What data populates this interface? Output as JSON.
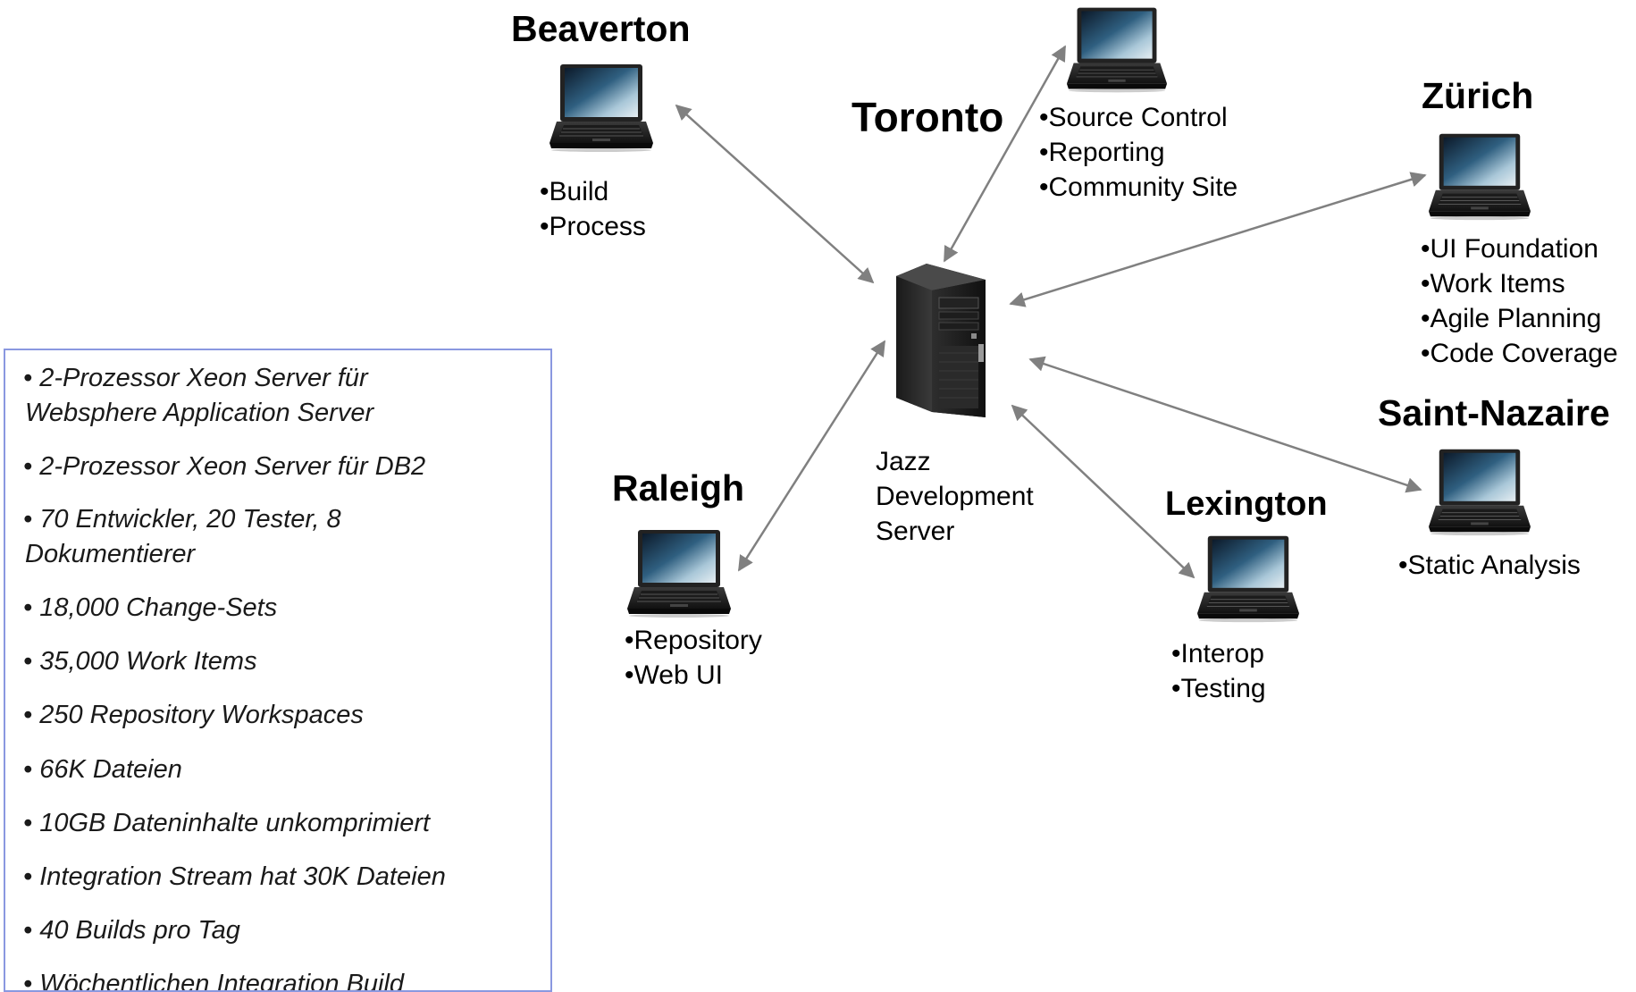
{
  "sites": [
    {
      "id": "beaverton",
      "name": "Beaverton",
      "items": [
        "Build",
        "Process"
      ]
    },
    {
      "id": "toronto",
      "name": "Toronto",
      "items": [
        "Source Control",
        "Reporting",
        "Community Site"
      ]
    },
    {
      "id": "zurich",
      "name": "Zürich",
      "items": [
        "UI Foundation",
        "Work Items",
        "Agile Planning",
        "Code Coverage"
      ]
    },
    {
      "id": "saint-nazaire",
      "name": "Saint-Nazaire",
      "items": [
        "Static Analysis"
      ]
    },
    {
      "id": "lexington",
      "name": "Lexington",
      "items": [
        "Interop",
        "Testing"
      ]
    },
    {
      "id": "raleigh",
      "name": "Raleigh",
      "items": [
        "Repository",
        "Web UI"
      ]
    }
  ],
  "server": {
    "label_lines": [
      "Jazz",
      "Development",
      "Server"
    ],
    "icon": "tower-server-icon"
  },
  "laptop_icon": "laptop-icon",
  "specs": [
    "• 2-Prozessor Xeon Server für",
    "Websphere Application Server",
    "•  2-Prozessor Xeon Server für DB2",
    "• 70 Entwickler, 20 Tester, 8",
    "Dokumentierer",
    "• 18,000 Change-Sets",
    "• 35,000 Work Items",
    "• 250 Repository Workspaces",
    "• 66K Dateien",
    "• 10GB Dateninhalte unkomprimiert",
    "• Integration Stream hat 30K Dateien",
    "• 40 Builds pro Tag",
    "• Wöchentlichen Integration Build"
  ],
  "colors": {
    "arrow": "#808080",
    "box_border": "#8a98e0"
  }
}
